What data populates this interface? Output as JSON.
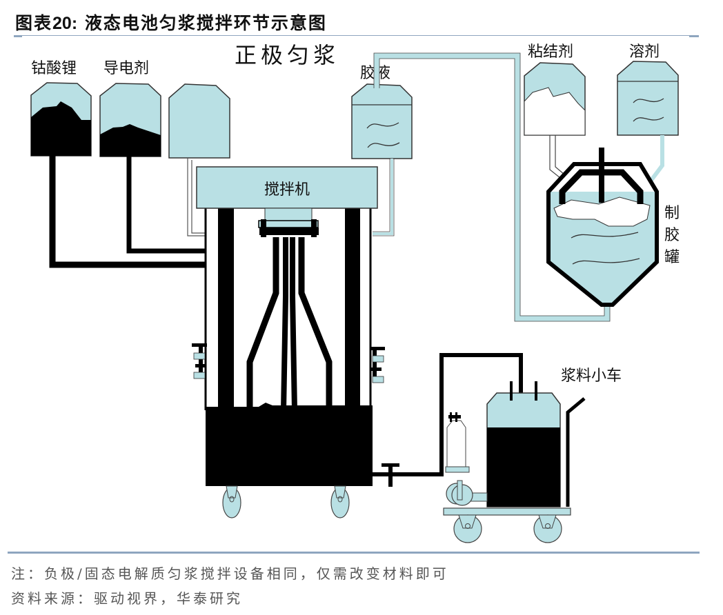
{
  "figure": {
    "label": "图表",
    "number": "20:",
    "title": "液态电池匀浆搅拌环节示意图"
  },
  "diagram": {
    "heading": "正极匀浆",
    "labels": {
      "cathode_material": "钴酸锂",
      "conductive_agent": "导电剂",
      "glue_liquid": "胶液",
      "binder": "粘结剂",
      "solvent": "溶剂",
      "mixer": "搅拌机",
      "glue_tank": [
        "制",
        "胶",
        "罐"
      ],
      "slurry_cart": "浆料小车"
    },
    "colors": {
      "fill_light": "#b9e0e4",
      "material_dark": "#000000",
      "outline": "#333333"
    }
  },
  "footer": {
    "note": "注：负极/固态电解质匀浆搅拌设备相同，仅需改变材料即可",
    "source": "资料来源：驱动视界，华泰研究"
  }
}
